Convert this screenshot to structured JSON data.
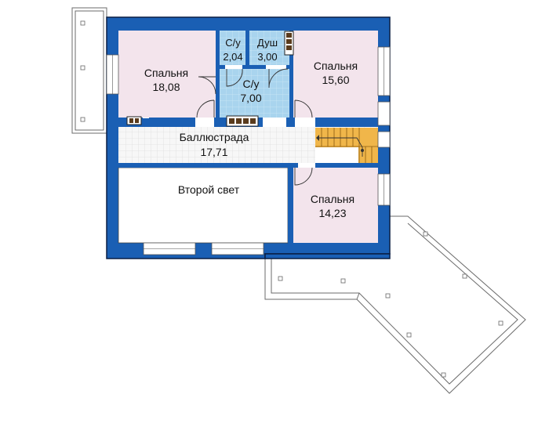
{
  "rooms": {
    "bedroom_nw": {
      "name": "Спальня",
      "area": "18,08"
    },
    "wc_small": {
      "name": "С/у",
      "area": "2,04"
    },
    "shower": {
      "name": "Душ",
      "area": "3,00"
    },
    "wc_main": {
      "name": "С/у",
      "area": "7,00"
    },
    "bedroom_ne": {
      "name": "Спальня",
      "area": "15,60"
    },
    "balustrade": {
      "name": "Баллюстрада",
      "area": "17,71"
    },
    "second_light": {
      "name": "Второй свет"
    },
    "bedroom_se": {
      "name": "Спальня",
      "area": "14,23"
    }
  },
  "colors": {
    "wall": "#1a5fb4",
    "bedroom_fill": "#f3e4ec",
    "wet_fill": "#a9d4ee",
    "hall_fill": "#f7f7f7",
    "stairs": "#f0b64a"
  }
}
